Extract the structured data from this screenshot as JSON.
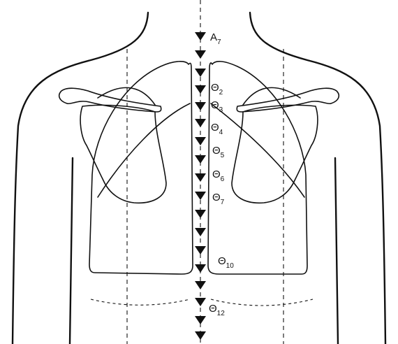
{
  "labels": {
    "a7": {
      "main": "A",
      "sub": "7"
    },
    "t2": {
      "main": "Θ",
      "sub": "2"
    },
    "t3": {
      "main": "Θ",
      "sub": "3"
    },
    "t4": {
      "main": "Θ",
      "sub": "4"
    },
    "t5": {
      "main": "Θ",
      "sub": "5"
    },
    "t6": {
      "main": "Θ",
      "sub": "6"
    },
    "t7": {
      "main": "Θ",
      "sub": "7"
    },
    "t10": {
      "main": "Θ",
      "sub": "10"
    },
    "t12": {
      "main": "Θ",
      "sub": "12"
    }
  }
}
